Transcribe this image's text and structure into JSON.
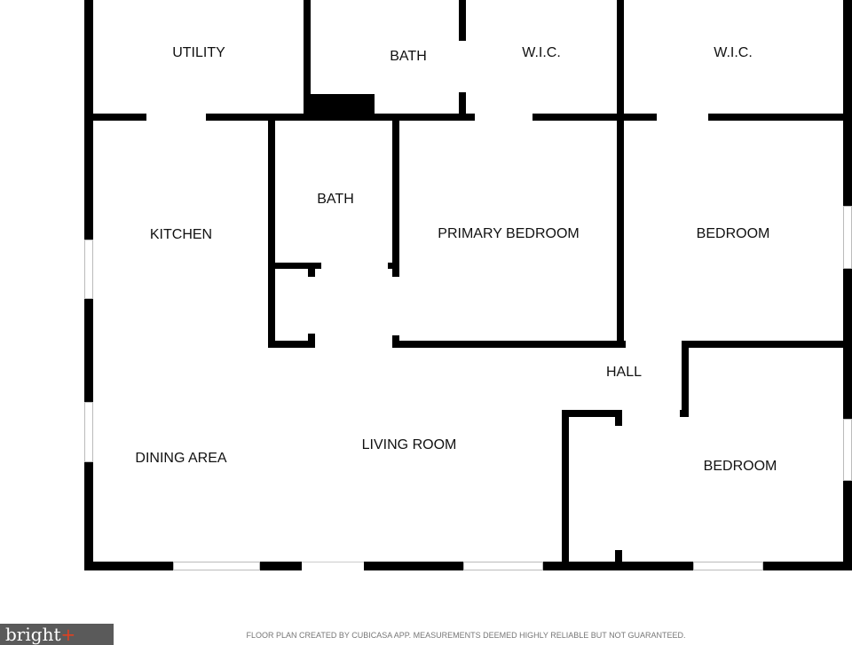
{
  "rooms": {
    "utility": "UTILITY",
    "bath_top": "BATH",
    "wic_1": "W.I.C.",
    "wic_2": "W.I.C.",
    "kitchen": "KITCHEN",
    "bath_mid": "BATH",
    "primary_bedroom": "PRIMARY BEDROOM",
    "bedroom_1": "BEDROOM",
    "hall": "HALL",
    "dining_area": "DINING AREA",
    "living_room": "LIVING ROOM",
    "bedroom_2": "BEDROOM"
  },
  "footer": {
    "logo": "bright",
    "disclaimer": "FLOOR PLAN CREATED BY CUBICASA APP. MEASUREMENTS DEEMED HIGHLY RELIABLE BUT NOT GUARANTEED."
  }
}
